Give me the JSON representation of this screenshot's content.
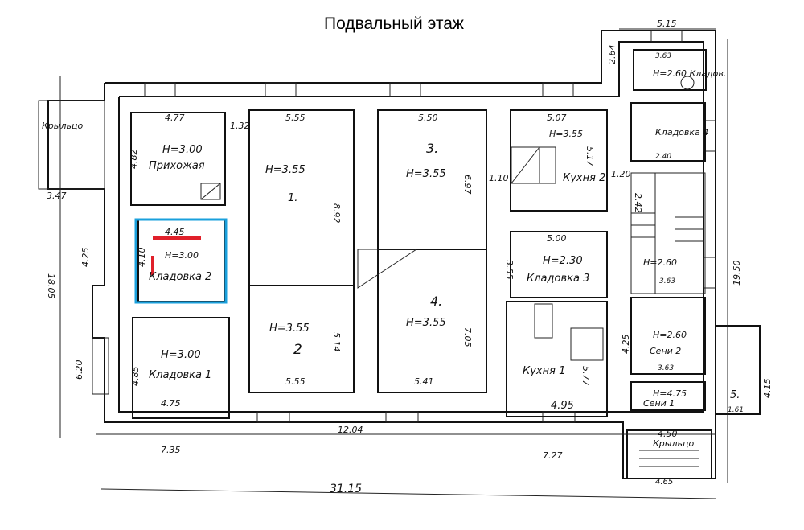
{
  "title": "Подвальный этаж",
  "highlight": {
    "box_color": "#1aa0dc",
    "mark_color": "#e0202a"
  },
  "rooms": {
    "hall": {
      "name": "Прихожая",
      "height": "H=3.00",
      "w": "4.77",
      "d": "4.82"
    },
    "storage2": {
      "name": "Кладовка 2",
      "height": "H=3.00",
      "w": "4.45",
      "d": "4.10"
    },
    "storage1": {
      "name": "Кладовка 1",
      "height": "H=3.00",
      "w": "4.75",
      "d": "4.85"
    },
    "room1": {
      "name": "1.",
      "height": "H=3.55",
      "w": "5.55",
      "d": "8.92"
    },
    "room2": {
      "name": "2",
      "height": "H=3.55",
      "w": "5.55",
      "d": "5.14"
    },
    "room3": {
      "name": "3.",
      "height": "H=3.55",
      "w": "5.50",
      "d": "6.97"
    },
    "room4": {
      "name": "4.",
      "height": "H=3.55",
      "w": "5.41",
      "d": "7.05"
    },
    "kitchen2": {
      "name": "Кухня 2",
      "height": "H=3.55",
      "w": "5.07",
      "d": "5.17"
    },
    "storage3": {
      "name": "Кладовка 3",
      "height": "H=2.30",
      "w": "5.00",
      "d": "3.55"
    },
    "kitchen1": {
      "name": "Кухня 1",
      "w": "4.95",
      "d": "5.77"
    },
    "storage4": {
      "name": "Кладовка 4",
      "w": "2.40"
    },
    "boiler": {
      "name": "H=2.60 Кладов.",
      "w": "3.63"
    },
    "stairs": {
      "height": "H=2.60",
      "w": "3.63",
      "d": "2.42"
    },
    "hallway2": {
      "name": "Сени 2",
      "height": "H=2.60",
      "w": "3.63",
      "d": "4.25"
    },
    "hallway1": {
      "name": "Сени 1",
      "height": "H=4.75"
    },
    "room5": {
      "name": "5.",
      "w": "1.61"
    },
    "porch": {
      "name": "Крыльцо",
      "w": "4.50",
      "w2": "4.65"
    },
    "porch_left": {
      "name": "Крыльцо"
    }
  },
  "dimensions": {
    "total_length": "31.15",
    "left_height": "18.05",
    "right_height": "19.50",
    "seg_left": "7.35",
    "seg_mid": "12.04",
    "seg_right": "7.27",
    "wing_top": "5.15",
    "wing_side": "2.64",
    "porch_left": "3.47",
    "left_4_25": "4.25",
    "left_6_20": "6.20",
    "wall_132": "1.32",
    "wall_120": "1.20",
    "wall_110": "1.10",
    "side_415": "4.15"
  }
}
